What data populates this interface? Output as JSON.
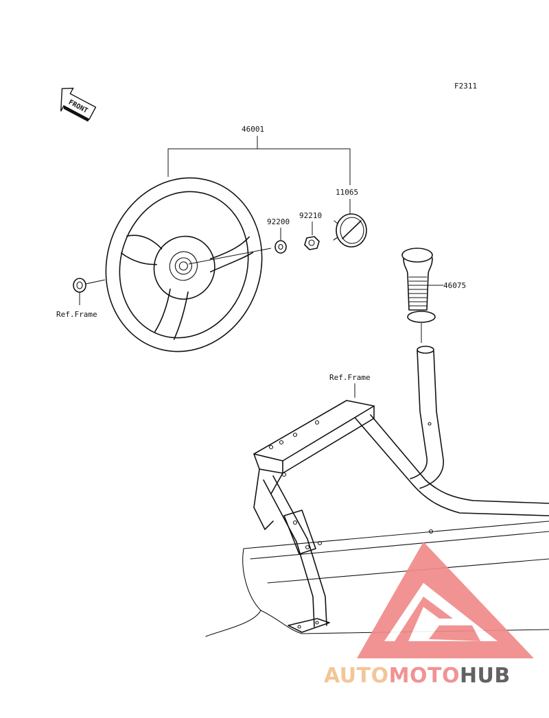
{
  "diagram_code": "F2311",
  "front_label": "FRONT",
  "parts": {
    "steering_wheel_assy": "46001",
    "emblem": "11065",
    "washer": "92200",
    "nut": "92210",
    "grip": "46075"
  },
  "references": {
    "frame_left": "Ref.Frame",
    "frame_center": "Ref.Frame"
  },
  "watermark": {
    "part1": "AUTO",
    "part2": "MOTO",
    "part3": "HUB",
    "colors": {
      "light": "#f4c18f",
      "mid": "#f08a8a",
      "dark": "#555555"
    }
  }
}
